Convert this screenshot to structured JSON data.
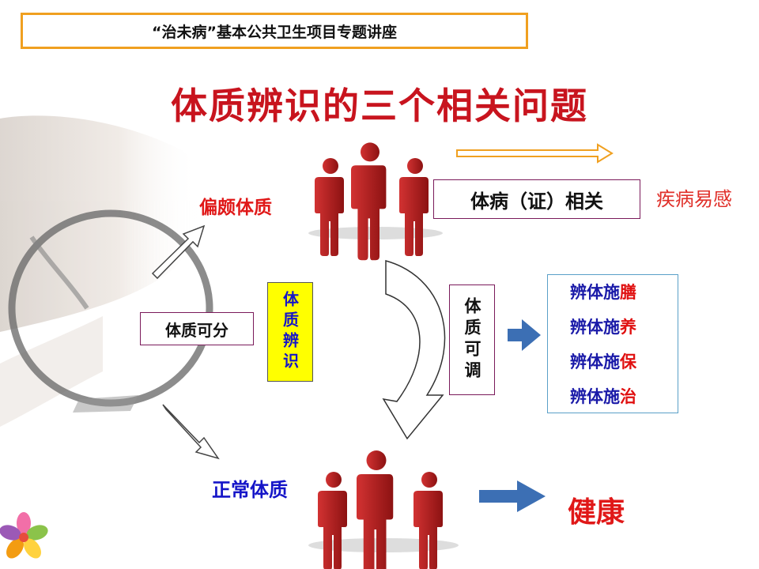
{
  "header": {
    "title": "“治未病”基本公共卫生项目专题讲座"
  },
  "title": "体质辨识的三个相关问题",
  "labels": {
    "biased": "偏颇体质",
    "disease_related": "体病（证）相关",
    "disease_susceptible": "疾病易感",
    "separable": "体质可分",
    "identification": "体质辨识",
    "adjustable": "体质可调",
    "normal": "正常体质",
    "health": "健康"
  },
  "methods": [
    {
      "prefix": "辨体施",
      "accent": "膳"
    },
    {
      "prefix": "辨体施",
      "accent": "养"
    },
    {
      "prefix": "辨体施",
      "accent": "保"
    },
    {
      "prefix": "辨体施",
      "accent": "治"
    }
  ],
  "colors": {
    "title_red": "#c8141e",
    "label_red": "#e01818",
    "label_blue": "#1515c8",
    "header_border": "#f0a020",
    "identification_bg": "#ffff00",
    "figure_red": "#b41e1e",
    "arrow_blue": "#3c6fb4",
    "arrow_orange": "#f0a020"
  },
  "icons": [
    "stethoscope-hand-icon",
    "person-figure-icon",
    "flower-logo-icon"
  ]
}
